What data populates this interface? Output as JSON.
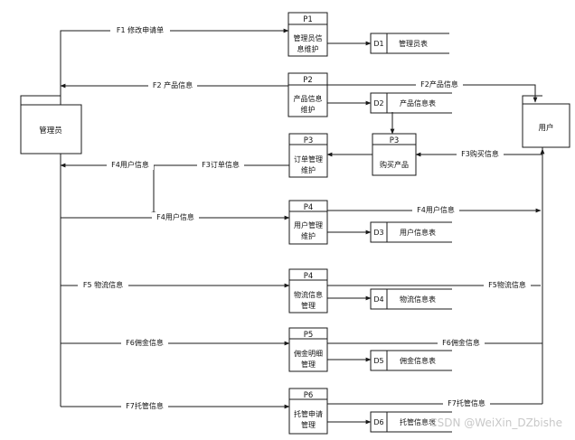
{
  "entities": {
    "admin": "管理员",
    "user": "用户"
  },
  "processes": [
    {
      "id": "P1",
      "name": [
        "管理员信",
        "息维护"
      ]
    },
    {
      "id": "P2",
      "name": [
        "产品信息",
        "维护"
      ]
    },
    {
      "id": "P3",
      "name": [
        "订单管理",
        "维护"
      ]
    },
    {
      "id": "P3",
      "name": [
        "购买产品"
      ]
    },
    {
      "id": "P4",
      "name": [
        "用户管理",
        "维护"
      ]
    },
    {
      "id": "P4",
      "name": [
        "物流信息",
        "管理"
      ]
    },
    {
      "id": "P5",
      "name": [
        "佣金明细",
        "管理"
      ]
    },
    {
      "id": "P6",
      "name": [
        "托管申请",
        "管理"
      ]
    }
  ],
  "stores": [
    {
      "id": "D1",
      "name": "管理员表"
    },
    {
      "id": "D2",
      "name": "产品信息表"
    },
    {
      "id": "D3",
      "name": "用户信息表"
    },
    {
      "id": "D4",
      "name": "物流信息表"
    },
    {
      "id": "D5",
      "name": "佣金信息表"
    },
    {
      "id": "D6",
      "name": "托管信息表"
    }
  ],
  "flows": {
    "f1": "F1 修改申请单",
    "f2": "F2 产品信息",
    "f2b": "F2产品信息",
    "f3": "F3订单信息",
    "f3b": "F3购买信息",
    "f4a": "F4用户信息",
    "f4b": "F4用户信息",
    "f4c": "F4用户信息",
    "f5": "F5 物流信息",
    "f5b": "F5物流信息",
    "f6": "F6佣金信息",
    "f6b": "F6佣金信息",
    "f7": "F7托管信息",
    "f7b": "F7托管信息"
  },
  "watermark": "CSDN @WeiXin_DZbishe"
}
